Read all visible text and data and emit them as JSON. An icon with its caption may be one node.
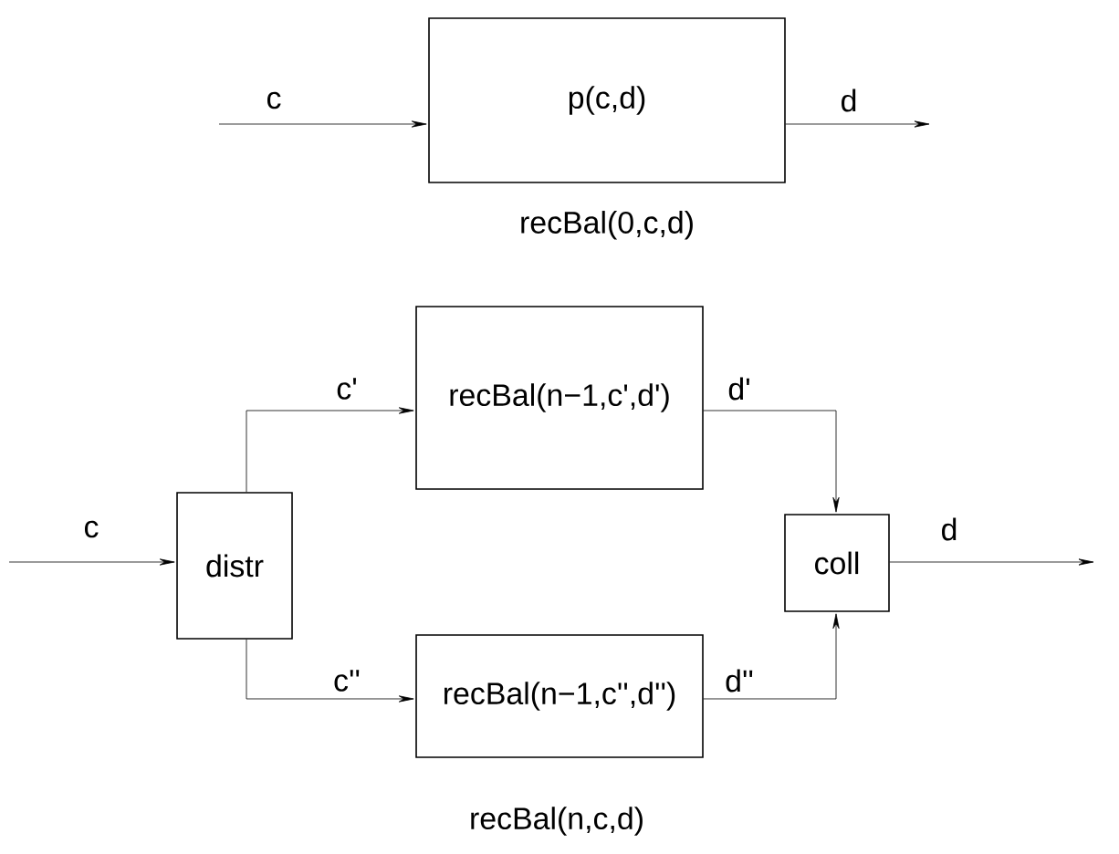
{
  "diagram": {
    "nodes": [
      {
        "text": [
          "p(c,d)"
        ],
        "beside": [
          "recBal(0,c,d)"
        ]
      },
      {
        "text": [
          "distr"
        ]
      },
      {
        "text": [
          "recBal(n−1,c',d')"
        ]
      },
      {
        "text": [
          "recBal(n−1,c'',d'')"
        ]
      },
      {
        "text": [
          "coll"
        ]
      }
    ],
    "edges": [
      {
        "from": null,
        "to": 0,
        "arrow": "to",
        "label": "c"
      },
      {
        "from": 0,
        "to": null,
        "arrow": "to",
        "label": "d"
      },
      {
        "from": null,
        "to": 1,
        "arrow": "to",
        "label": "c"
      },
      {
        "from": 1,
        "to": 2,
        "arrow": "to",
        "label": "c'"
      },
      {
        "from": 1,
        "to": 3,
        "arrow": "to",
        "label": "c''"
      },
      {
        "from": 2,
        "to": 4,
        "arrow": "to",
        "label": "d'"
      },
      {
        "from": 3,
        "to": 4,
        "arrow": "to",
        "label": "d''"
      },
      {
        "from": 4,
        "to": null,
        "arrow": "to",
        "label": "d"
      }
    ],
    "labels": [
      "recBal(n,c,d)"
    ]
  }
}
